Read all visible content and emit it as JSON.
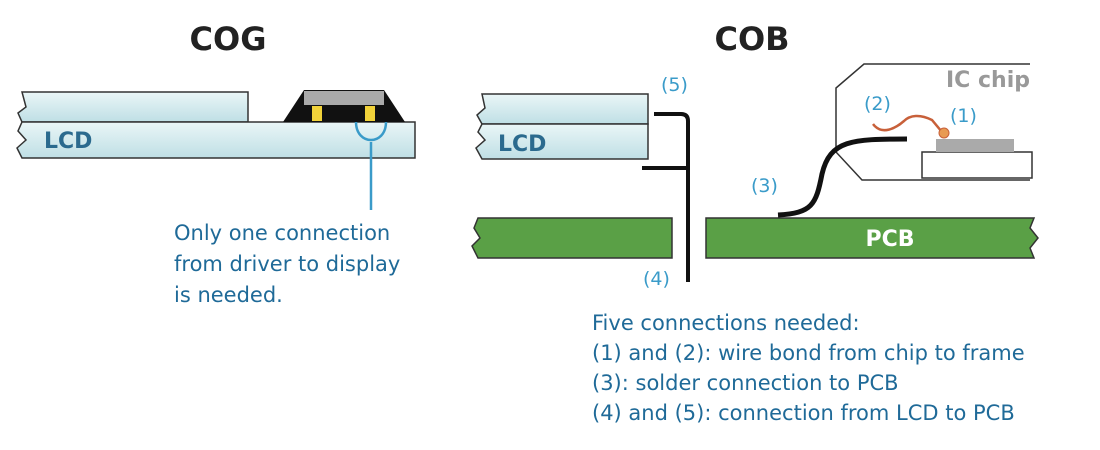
{
  "cog": {
    "title": "COG",
    "lcd_label": "LCD",
    "note_lines": [
      "Only one connection",
      "from driver to display",
      "is needed."
    ]
  },
  "cob": {
    "title": "COB",
    "lcd_label": "LCD",
    "pcb_label": "PCB",
    "ic_label": "IC chip",
    "markers": {
      "m1": "(1)",
      "m2": "(2)",
      "m3": "(3)",
      "m4": "(4)",
      "m5": "(5)"
    },
    "note_lines": [
      "Five connections needed:",
      "(1) and (2): wire bond from chip to frame",
      "(3): solder connection to PCB",
      "(4) and (5): connection from LCD to PCB"
    ]
  },
  "colors": {
    "glass": "#cfe8ec",
    "pcb": "#5aa046",
    "chip": "#aaaaaa",
    "bond": "#c8603a",
    "text_blue": "#1f6a98"
  }
}
